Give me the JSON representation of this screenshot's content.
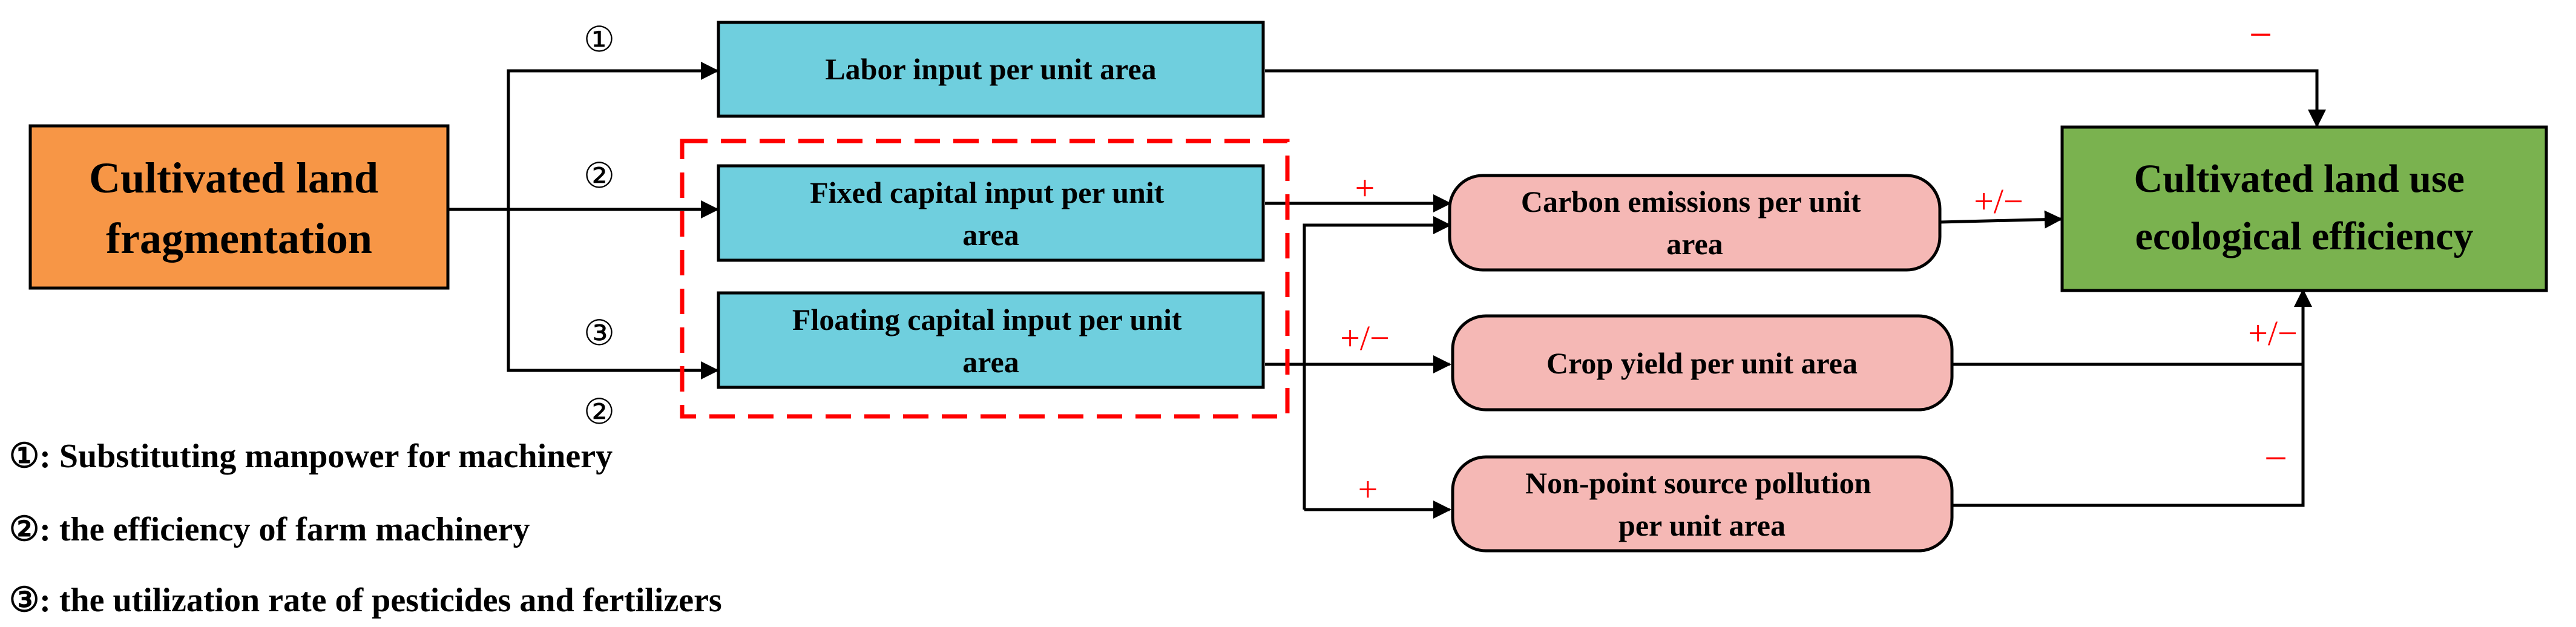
{
  "colors": {
    "source_fill": "#f79646",
    "input_fill": "#6fcfde",
    "mediator_fill": "#f5b8b5",
    "outcome_fill": "#7ab24f",
    "sign": "#ff0000",
    "dashed_frame": "#ff0000"
  },
  "nodes": {
    "source": {
      "line1": "Cultivated land",
      "line2": "fragmentation"
    },
    "labor": {
      "line1": "Labor input per unit area"
    },
    "fixed_capital": {
      "line1": "Fixed capital input per unit",
      "line2": "area"
    },
    "floating_capital": {
      "line1": "Floating capital input per unit",
      "line2": "area"
    },
    "carbon": {
      "line1": "Carbon emissions per unit",
      "line2": "area"
    },
    "crop_yield": {
      "line1": "Crop yield per unit area"
    },
    "pollution": {
      "line1": "Non-point source pollution",
      "line2": "per unit area"
    },
    "outcome": {
      "line1": "Cultivated land use",
      "line2": "ecological efficiency"
    }
  },
  "path_markers": {
    "labor": "①",
    "fixed_capital": "②",
    "floating_capital": "③",
    "floating_capital_extra": "②"
  },
  "signs": {
    "labor_to_outcome": "−",
    "fixed_to_carbon": "+",
    "floating_to_yield": "+/−",
    "to_pollution": "+",
    "carbon_to_outcome": "+/−",
    "yield_to_outcome": "+/−",
    "pollution_to_outcome": "−"
  },
  "legend": [
    "①: Substituting manpower for machinery",
    "②: the efficiency of farm machinery",
    "③: the utilization rate of pesticides and fertilizers"
  ]
}
